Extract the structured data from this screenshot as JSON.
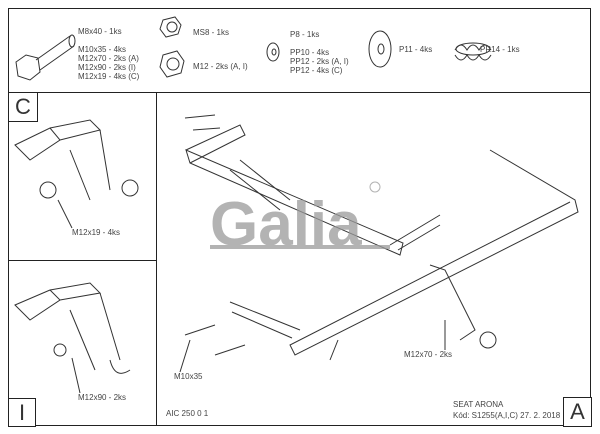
{
  "parts": {
    "bolt": [
      "M8x40 - 1ks",
      "M10x35 - 4ks",
      "M12x70 - 2ks (A)",
      "M12x90 - 2ks (I)",
      "M12x19 - 4ks (C)"
    ],
    "nut_small": "MS8 - 1ks",
    "nut_large": "M12 - 2ks (A, I)",
    "washer_small": [
      "P8 - 1ks",
      "PP10 - 4ks",
      "PP12 - 2ks (A, I)",
      "PP12 - 4ks (C)"
    ],
    "washer_large": "P11 - 4ks",
    "spring": "PR14 - 1ks"
  },
  "views": {
    "c": {
      "label": "C",
      "callout": "M12x19 - 4ks"
    },
    "i": {
      "label": "I",
      "callout": "M12x90 - 2ks"
    },
    "a": {
      "label": "A",
      "callout_bolt": "M10x35",
      "callout_main": "M12x70 - 2ks"
    }
  },
  "logo": "Galia",
  "footer": {
    "drawing_no": "AIC 250 0 1",
    "vehicle": "SEAT ARONA",
    "code": "Kód: S1255(A,I,C)  27. 2. 2018"
  }
}
